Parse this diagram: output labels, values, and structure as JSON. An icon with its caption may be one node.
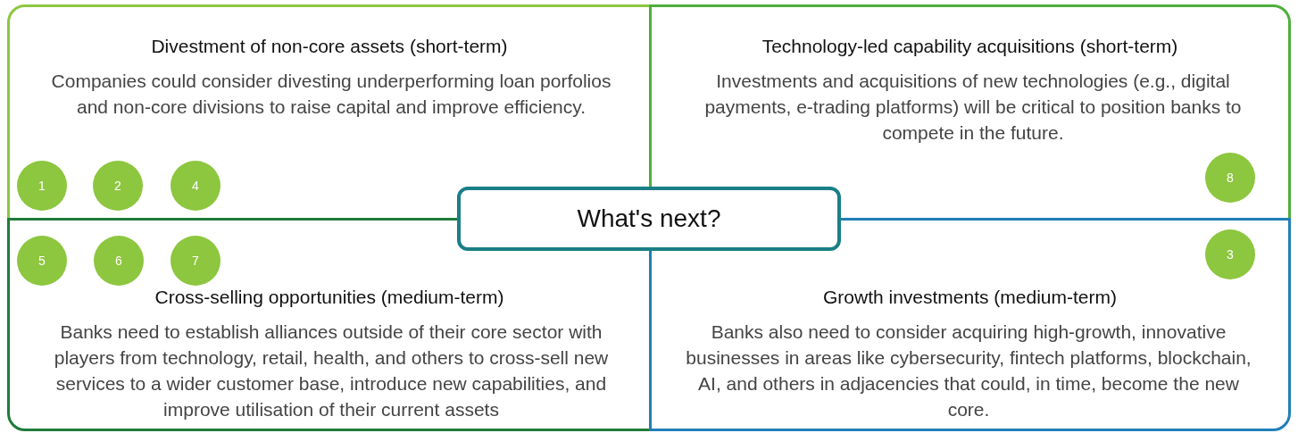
{
  "diagram": {
    "nodes": [
      {
        "text": [
          "Divestment of non-core assets (short-term)",
          "Companies could consider divesting underperforming loan porfolios and non-core divisions to raise capital and improve efficiency."
        ]
      },
      {
        "text": [
          "1"
        ],
        "in": 0
      },
      {
        "text": [
          "2"
        ],
        "in": 0
      },
      {
        "text": [
          "4"
        ],
        "in": 0
      },
      {
        "text": [
          "Technology-led capability acquisitions (short-term)",
          "Investments and acquisitions of new technologies (e.g., digital payments, e-trading platforms) will be critical to position banks to compete in the future."
        ]
      },
      {
        "text": [
          "8"
        ],
        "in": 4
      },
      {
        "text": [
          "What's next?"
        ]
      },
      {
        "text": [
          "Cross-selling opportunities (medium-term)",
          "Banks need to establish alliances outside of their core sector with players from technology, retail, health, and others to cross-sell new services to a wider customer base, introduce new capabilities, and improve utilisation of their current assets"
        ]
      },
      {
        "text": [
          "5"
        ],
        "in": 7
      },
      {
        "text": [
          "6"
        ],
        "in": 7
      },
      {
        "text": [
          "7"
        ],
        "in": 7
      },
      {
        "text": [
          "Growth investments (medium-term)",
          "Banks also need to consider acquiring high-growth, innovative businesses in areas like cybersecurity, fintech platforms, blockchain, AI, and others in adjacencies that could, in time, become the new core."
        ]
      },
      {
        "text": [
          "3"
        ],
        "in": 11
      }
    ],
    "edges": []
  }
}
